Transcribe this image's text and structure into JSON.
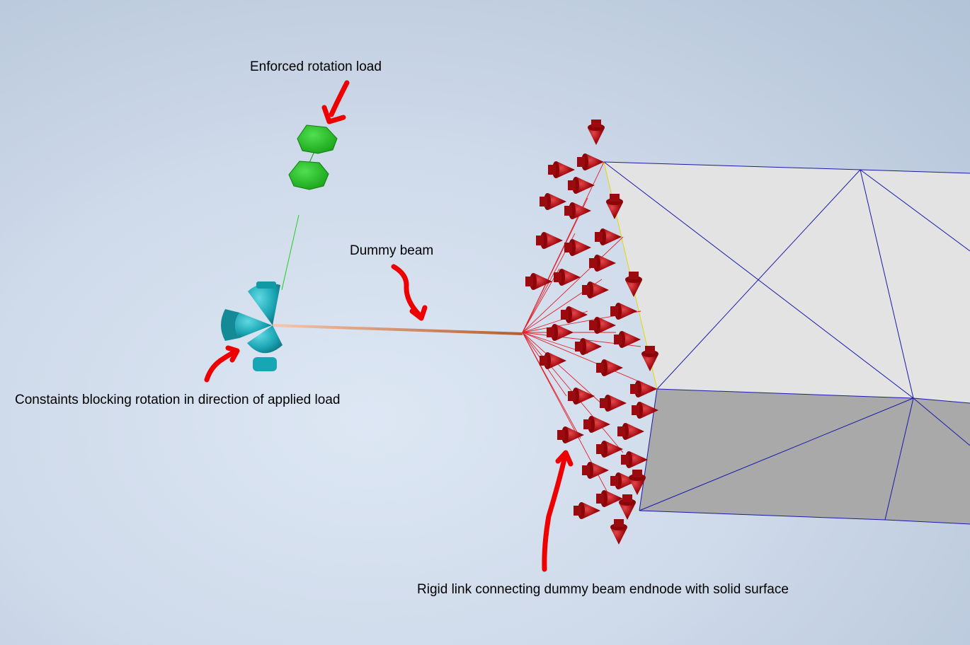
{
  "annotations": {
    "enforced_rotation": "Enforced rotation load",
    "dummy_beam": "Dummy beam",
    "constraints": "Constaints blocking rotation in direction of applied load",
    "rigid_link": "Rigid link connecting dummy beam endnode with solid surface"
  },
  "colors": {
    "background": "#cfdaea",
    "load_symbol": "#1fb81f",
    "constraint_symbol": "#17a3b0",
    "beam": "#c9703f",
    "rigid_link": "#e0222a",
    "face_constraint": "#a00000",
    "mesh_edge": "#1a1aa8",
    "solid_light": "#e3e3e3",
    "solid_dark": "#a9a9a9",
    "annotation_arrow": "#ee0000"
  }
}
